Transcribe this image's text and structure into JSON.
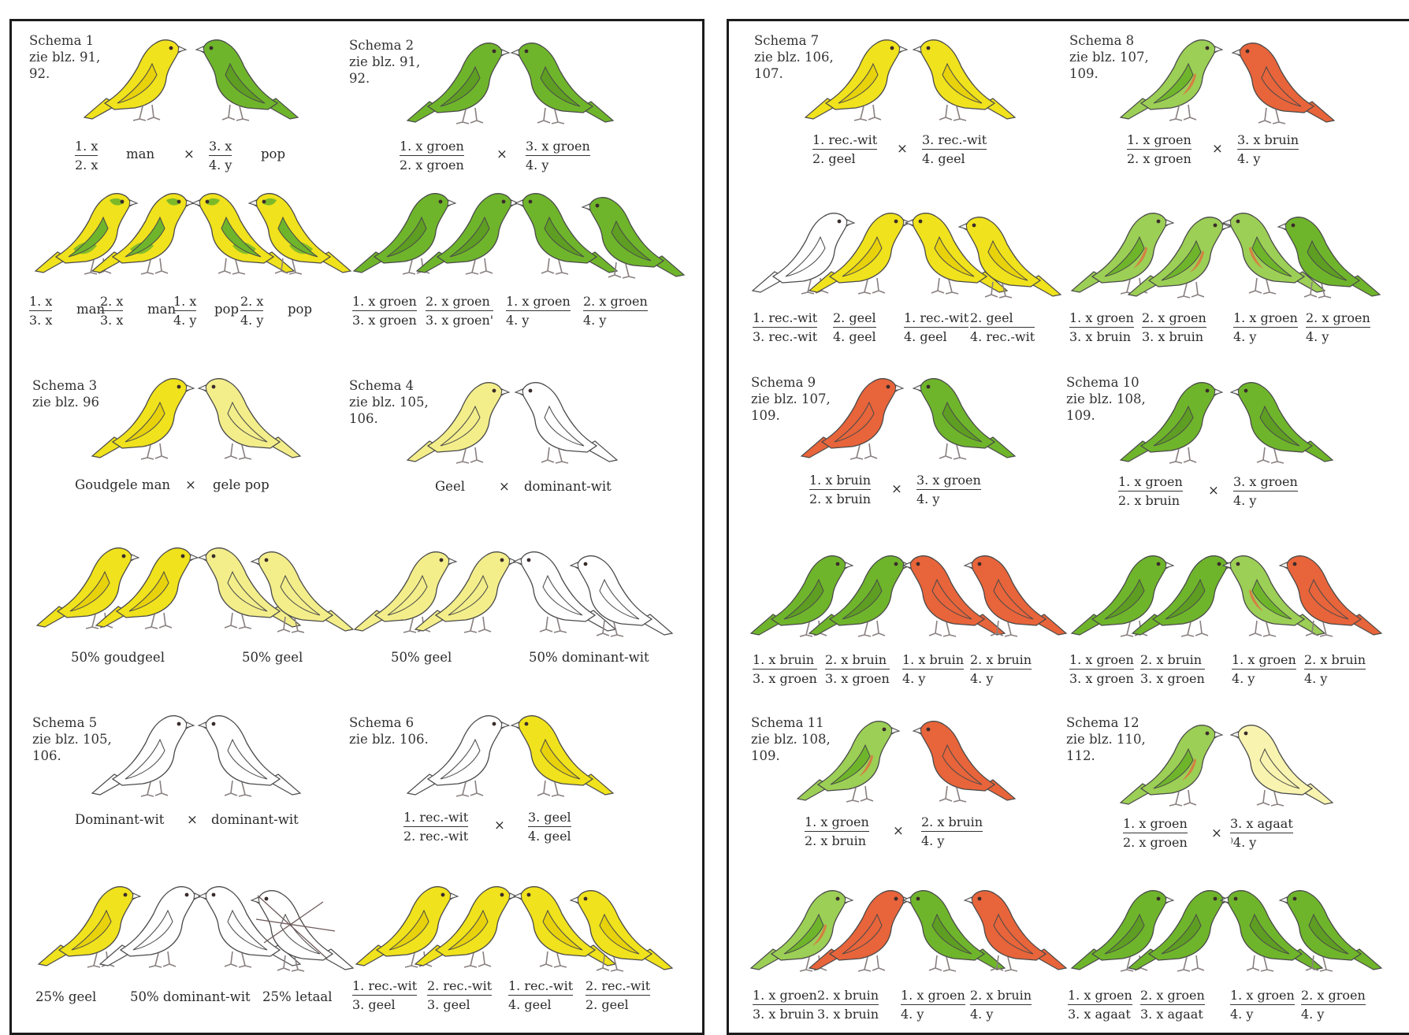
{
  "colors": {
    "yellow": "#f0e21c",
    "gold": "#e8d20c",
    "paleyellow": "#f3ee8a",
    "cream": "#f8f4b0",
    "white": "#ffffff",
    "green": "#6fb52b",
    "lightgreen": "#9ccf55",
    "darkgreen": "#5e9e22",
    "red": "#e8643a",
    "redpatch": "#e26b3e",
    "outline": "#4a4a4a"
  },
  "left": {
    "blocks": [
      {
        "caption": "Schema 1\nzie blz. 91,\n92.",
        "parents": [
          "yellow",
          "green"
        ],
        "cross": [
          {
            "t": "1.  x",
            "b": "2.  x",
            "label": "man"
          },
          {
            "t": "3.  x",
            "b": "4.  y",
            "label": "pop"
          }
        ],
        "cross_sign": "×",
        "children": [
          "greenyellow",
          "greenyellow",
          "greenyellow",
          "greenyellow"
        ],
        "child_labels": [
          {
            "t": "1.  x",
            "b": "3.  x",
            "label": "man"
          },
          {
            "t": "2.  x",
            "b": "3.  x",
            "label": "man"
          },
          {
            "t": "1.  x",
            "b": "4.  y",
            "label": "pop"
          },
          {
            "t": "2.  x",
            "b": "4.  y",
            "label": "pop"
          }
        ]
      },
      {
        "caption": "Schema 2\nzie blz. 91,\n92.",
        "parents": [
          "green",
          "green"
        ],
        "cross": [
          {
            "t": "1.  x  groen",
            "b": "2.  x  groen"
          },
          {
            "t": "3.  x  groen",
            "b": "4.  y"
          }
        ],
        "cross_sign": "×",
        "children": [
          "green",
          "green",
          "green",
          "green"
        ],
        "child_labels": [
          {
            "t": "1.  x  groen",
            "b": "3.  x  groen"
          },
          {
            "t": "2.  x  groen",
            "b": "3.  x  groen'"
          },
          {
            "t": "1.  x  groen",
            "b": "4.  y"
          },
          {
            "t": "2.  x  groen",
            "b": "4.  y"
          }
        ]
      },
      {
        "caption": "Schema 3\nzie blz. 96",
        "parents": [
          "yellow",
          "paleyellow"
        ],
        "cross_text": [
          "Goudgele man",
          "×",
          "gele pop"
        ],
        "children": [
          "yellow",
          "yellow",
          "paleyellow",
          "paleyellow"
        ],
        "child_texts": [
          "50% goudgeel",
          "50% geel"
        ]
      },
      {
        "caption": "Schema 4\nzie blz. 105,\n106.",
        "parents": [
          "paleyellow",
          "white"
        ],
        "cross_text": [
          "Geel",
          "×",
          "dominant-wit"
        ],
        "children": [
          "paleyellow",
          "paleyellow",
          "white",
          "white"
        ],
        "child_texts": [
          "50% geel",
          "50% dominant-wit"
        ]
      },
      {
        "caption": "Schema 5\nzie blz. 105,\n106.",
        "parents": [
          "white",
          "white"
        ],
        "cross_text": [
          "Dominant-wit",
          "×",
          "dominant-wit"
        ],
        "children": [
          "yellow",
          "white",
          "white",
          "white"
        ],
        "child_texts": [
          "25% geel",
          "50% dominant-wit",
          "25% letaal"
        ]
      },
      {
        "caption": "Schema 6\nzie blz. 106.",
        "parents": [
          "white",
          "yellow"
        ],
        "cross": [
          {
            "t": "1.  rec.-wit",
            "b": "2.  rec.-wit"
          },
          {
            "t": "3.  geel",
            "b": "4.  geel"
          }
        ],
        "cross_sign": "×",
        "children": [
          "yellow",
          "yellow",
          "yellow",
          "yellow"
        ],
        "child_labels": [
          {
            "t": "1.  rec.-wit",
            "b": "3.  geel"
          },
          {
            "t": "2.  rec.-wit",
            "b": "3.  geel"
          },
          {
            "t": "1.  rec.-wit",
            "b": "4.  geel"
          },
          {
            "t": "2.  rec.-wit",
            "b": "2.  geel"
          }
        ]
      }
    ]
  },
  "right": {
    "blocks": [
      {
        "caption": "Schema 7\nzie blz. 106,\n107.",
        "parents": [
          "yellow",
          "yellow"
        ],
        "cross": [
          {
            "t": "1.  rec.-wit",
            "b": "2.  geel"
          },
          {
            "t": "3.  rec.-wit",
            "b": "4.  geel"
          }
        ],
        "cross_sign": "×",
        "children": [
          "white",
          "yellow",
          "yellow",
          "yellow"
        ],
        "child_labels": [
          {
            "t": "1. rec.-wit",
            "b": "3. rec.-wit"
          },
          {
            "t": "2. geel",
            "b": "4. geel"
          },
          {
            "t": "1. rec.-wit",
            "b": "4. geel"
          },
          {
            "t": "2. geel",
            "b": "4. rec.-wit"
          }
        ]
      },
      {
        "caption": "Schema 8\nzie blz. 107,\n109.",
        "parents": [
          "lightgreen",
          "red"
        ],
        "cross": [
          {
            "t": "1.  x groen",
            "b": "2.  x groen"
          },
          {
            "t": "3.  x bruin",
            "b": "4.  y"
          }
        ],
        "cross_sign": "×",
        "children": [
          "lightgreen",
          "lightgreen",
          "lightgreen",
          "green"
        ],
        "child_labels": [
          {
            "t": "1. x groen",
            "b": "3. x bruin"
          },
          {
            "t": "2. x groen",
            "b": "3. x bruin"
          },
          {
            "t": "1. x groen",
            "b": "4. y"
          },
          {
            "t": "2. x groen",
            "b": "4. y"
          }
        ]
      },
      {
        "caption": "Schema 9\nzie blz. 107,\n109.",
        "parents": [
          "red",
          "green"
        ],
        "cross": [
          {
            "t": "1.  x bruin",
            "b": "2.  x bruin"
          },
          {
            "t": "3.  x groen",
            "b": "4.  y"
          }
        ],
        "cross_sign": "×",
        "children": [
          "green",
          "green",
          "red",
          "red"
        ],
        "child_labels": [
          {
            "t": "1. x bruin",
            "b": "3. x groen"
          },
          {
            "t": "2. x bruin",
            "b": "3. x groen"
          },
          {
            "t": "1. x bruin",
            "b": "4. y"
          },
          {
            "t": "2. x bruin",
            "b": "4. y"
          }
        ]
      },
      {
        "caption": "Schema 10\nzie blz. 108,\n109.",
        "parents": [
          "green",
          "green"
        ],
        "cross": [
          {
            "t": "1.  x groen",
            "b": "2.  x bruin"
          },
          {
            "t": "3.  x groen",
            "b": "4.  y"
          }
        ],
        "cross_sign": "×",
        "children": [
          "green",
          "green",
          "lightgreen",
          "red"
        ],
        "child_labels": [
          {
            "t": "1. x groen",
            "b": "3. x groen"
          },
          {
            "t": "2. x bruin",
            "b": "3. x groen"
          },
          {
            "t": "1. x groen",
            "b": "4. y"
          },
          {
            "t": "2. x bruin",
            "b": "4. y"
          }
        ]
      },
      {
        "caption": "Schema 11\nzie blz. 108,\n109.",
        "parents": [
          "lightgreen",
          "red"
        ],
        "cross": [
          {
            "t": "1.  x groen",
            "b": "2.  x bruin"
          },
          {
            "t": "2.  x bruin",
            "b": "4.  y"
          }
        ],
        "cross_sign": "×",
        "children": [
          "lightgreen",
          "red",
          "green",
          "red"
        ],
        "child_labels": [
          {
            "t": "1. x groen",
            "b": "3. x bruin"
          },
          {
            "t": "2. x bruin",
            "b": "3. x bruin"
          },
          {
            "t": "1. x groen",
            "b": "4. y"
          },
          {
            "t": "2. x bruin",
            "b": "4. y"
          }
        ]
      },
      {
        "caption": "Schema 12\nzie blz. 110,\n112.",
        "parents": [
          "lightgreen",
          "cream"
        ],
        "cross": [
          {
            "t": "1.  x groen",
            "b": "2.  x groen"
          },
          {
            "t": "3.  x agaat",
            "b": "⁾4.  y"
          }
        ],
        "cross_sign": "×",
        "children": [
          "green",
          "green",
          "green",
          "green"
        ],
        "child_labels": [
          {
            "t": "1. x groen",
            "b": "3. x agaat"
          },
          {
            "t": "2. x groen",
            "b": "3. x agaat"
          },
          {
            "t": "1. x groen",
            "b": "4. y"
          },
          {
            "t": "2. x groen",
            "b": "4. y"
          }
        ]
      }
    ]
  }
}
